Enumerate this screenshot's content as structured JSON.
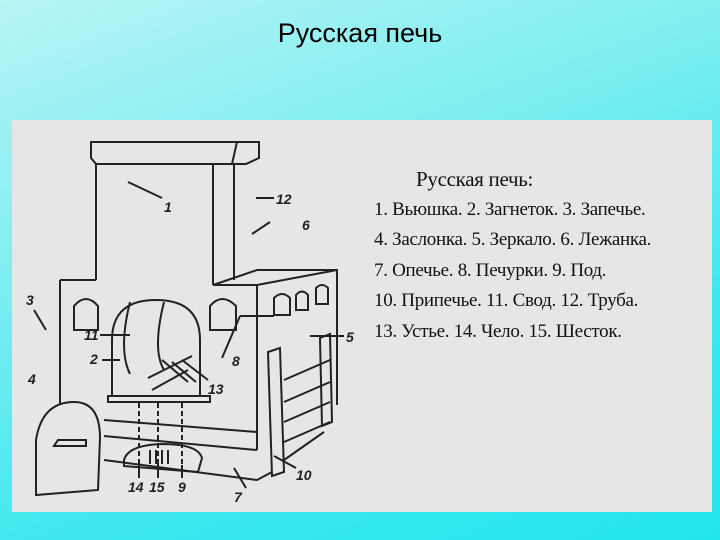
{
  "slide": {
    "title": "Русская печь"
  },
  "figure": {
    "legend_title": "Русская печь:",
    "legend_lines": [
      "1. Вьюшка. 2. Загнеток. 3. Запечье.",
      "4. Заслонка. 5. Зеркало. 6. Лежанка.",
      "7.  Опечье.  8.  Печурки.  9.  Под.",
      "10. Припечье. 11. Свод. 12. Труба.",
      "13. Устье. 14. Чело. 15. Шесток."
    ],
    "callouts": [
      "1",
      "2",
      "3",
      "4",
      "5",
      "6",
      "7",
      "8",
      "9",
      "10",
      "11",
      "12",
      "13",
      "14",
      "15"
    ]
  }
}
